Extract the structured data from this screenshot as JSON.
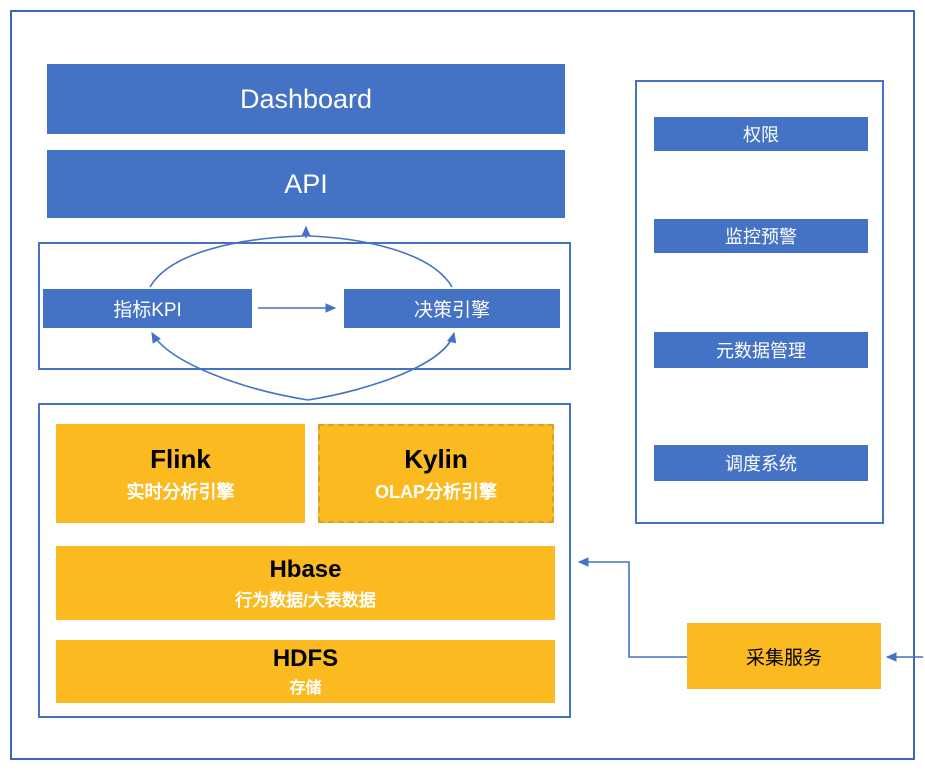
{
  "diagram": {
    "dashboard": {
      "label": "Dashboard"
    },
    "api": {
      "label": "API"
    },
    "kpi_flow": {
      "kpi": {
        "label": "指标KPI"
      },
      "decision_engine": {
        "label": "决策引擎"
      }
    },
    "bigdata": {
      "flink": {
        "title": "Flink",
        "subtitle": "实时分析引擎"
      },
      "kylin": {
        "title": "Kylin",
        "subtitle": "OLAP分析引擎"
      },
      "hbase": {
        "title": "Hbase",
        "subtitle": "行为数据/大表数据"
      },
      "hdfs": {
        "title": "HDFS",
        "subtitle": "存储"
      }
    },
    "management_panel": {
      "items": [
        {
          "label": "权限"
        },
        {
          "label": "监控预警"
        },
        {
          "label": "元数据管理"
        },
        {
          "label": "调度系统"
        }
      ]
    },
    "collector": {
      "label": "采集服务"
    }
  },
  "colors": {
    "blue": "#4472C4",
    "orange": "#FBBA20",
    "frame_blue": "#3C68B5",
    "dashed_orange": "#D9A02B",
    "arrow_blue": "#4472C4"
  }
}
